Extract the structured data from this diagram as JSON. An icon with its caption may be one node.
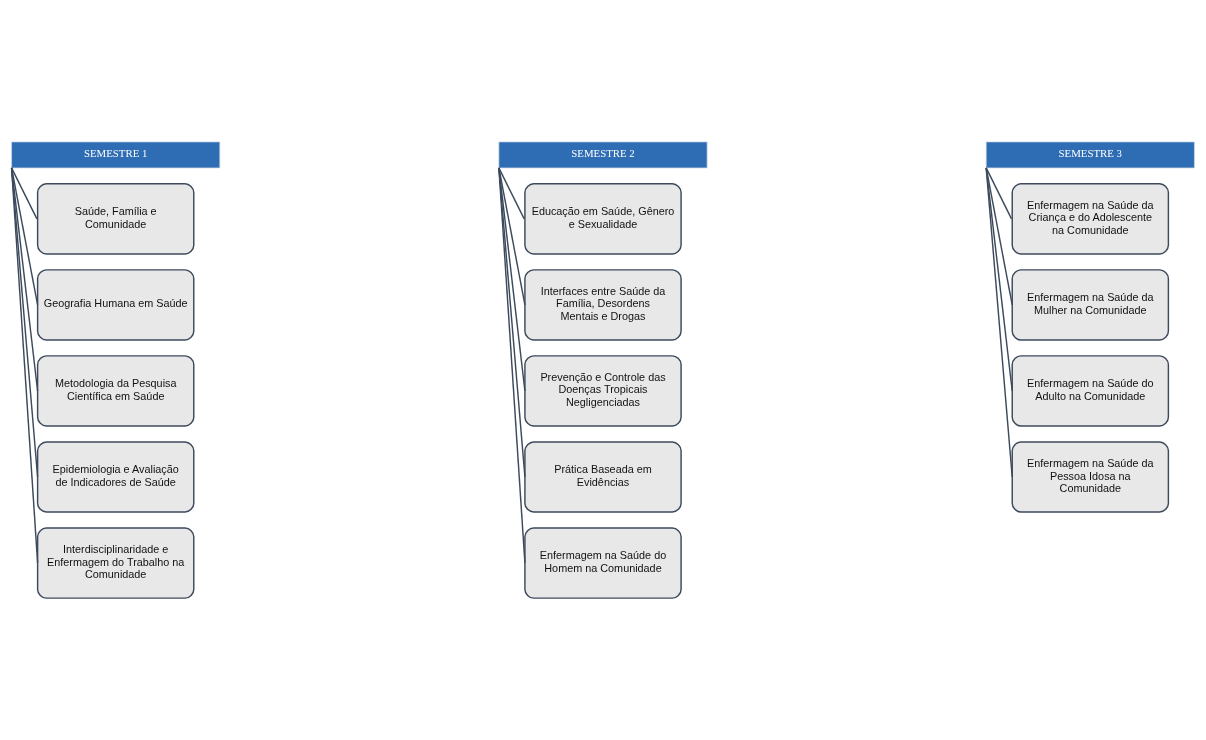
{
  "diagram": {
    "nodes": [
      {
        "text": [
          "SEMESTRE 1"
        ]
      },
      {
        "text": [
          "Saúde, Família e Comunidade"
        ]
      },
      {
        "text": [
          "Geografia Humana em Saúde"
        ]
      },
      {
        "text": [
          "Metodologia da Pesquisa Científica em Saúde"
        ]
      },
      {
        "text": [
          "Epidemiologia e Avaliação de Indicadores de Saúde"
        ]
      },
      {
        "text": [
          "Interdisciplinaridade e Enfermagem do Trabalho na Comunidade"
        ]
      },
      {
        "text": [
          "SEMESTRE 2"
        ]
      },
      {
        "text": [
          "Educação em Saúde, Gênero e Sexualidade"
        ]
      },
      {
        "text": [
          "Interfaces entre Saúde da Família, Desordens Mentais e Drogas"
        ]
      },
      {
        "text": [
          "Prevenção e Controle das Doenças Tropicais Negligenciadas"
        ]
      },
      {
        "text": [
          "Prática Baseada em Evidências"
        ]
      },
      {
        "text": [
          "Enfermagem na Saúde do Homem na Comunidade"
        ]
      },
      {
        "text": [
          "SEMESTRE 3"
        ]
      },
      {
        "text": [
          "Enfermagem na Saúde da Criança e do Adolescente na Comunidade"
        ]
      },
      {
        "text": [
          "Enfermagem na Saúde da Mulher na Comunidade"
        ]
      },
      {
        "text": [
          "Enfermagem na Saúde do Adulto na Comunidade"
        ]
      },
      {
        "text": [
          "Enfermagem na Saúde da Pessoa Idosa na Comunidade"
        ]
      }
    ],
    "edges": [
      {
        "from": 0,
        "to": 1,
        "arrow": "none"
      },
      {
        "from": 0,
        "to": 2,
        "arrow": "none"
      },
      {
        "from": 0,
        "to": 3,
        "arrow": "none"
      },
      {
        "from": 0,
        "to": 4,
        "arrow": "none"
      },
      {
        "from": 0,
        "to": 5,
        "arrow": "none"
      },
      {
        "from": 6,
        "to": 7,
        "arrow": "none"
      },
      {
        "from": 6,
        "to": 8,
        "arrow": "none"
      },
      {
        "from": 6,
        "to": 9,
        "arrow": "none"
      },
      {
        "from": 6,
        "to": 10,
        "arrow": "none"
      },
      {
        "from": 6,
        "to": 11,
        "arrow": "none"
      },
      {
        "from": 12,
        "to": 13,
        "arrow": "none"
      },
      {
        "from": 12,
        "to": 14,
        "arrow": "none"
      },
      {
        "from": 12,
        "to": 15,
        "arrow": "none"
      },
      {
        "from": 12,
        "to": 16,
        "arrow": "none"
      }
    ]
  }
}
